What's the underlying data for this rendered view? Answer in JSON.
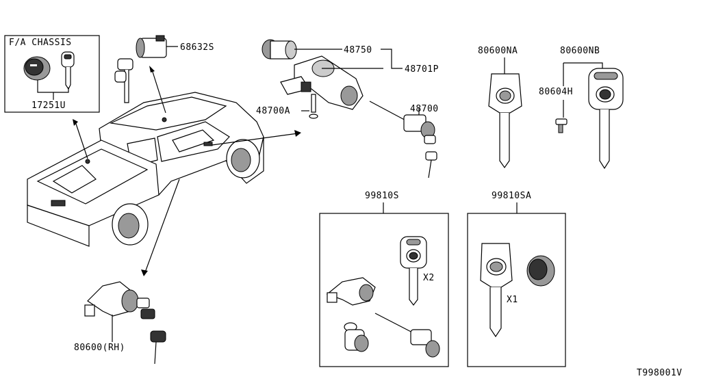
{
  "labels": {
    "fa_chassis": "F/A CHASSIS",
    "p17251u": "17251U",
    "p68632s": "68632S",
    "p48750": "48750",
    "p48701p": "48701P",
    "p48700a": "48700A",
    "p48700": "48700",
    "p80600na": "80600NA",
    "p80600nb": "80600NB",
    "p80604h": "80604H",
    "p99810s": "99810S",
    "p99810sa": "99810SA",
    "qty_x2": "X2",
    "qty_x1": "X1",
    "p80600rh": "80600(RH)",
    "drawing_no": "T998001V"
  }
}
